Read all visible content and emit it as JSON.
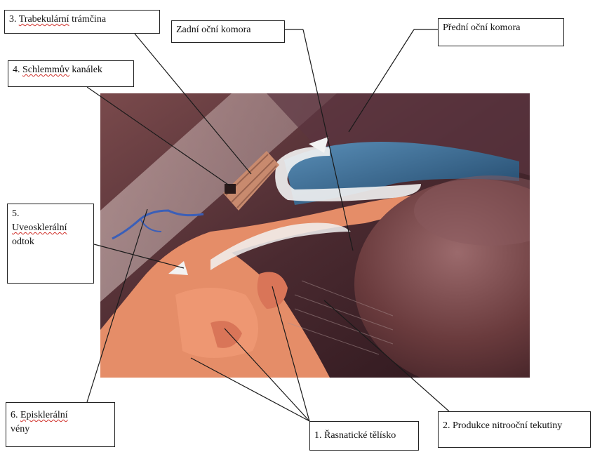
{
  "labels": {
    "trabecular": {
      "prefix": "3. ",
      "underlined": "Trabekulární",
      "suffix": " trámčina"
    },
    "posterior_chamber": {
      "text": "Zadní oční komora"
    },
    "anterior_chamber": {
      "text": "Přední oční komora"
    },
    "schlemm": {
      "prefix": "4. ",
      "underlined": "Schlemmův",
      "suffix": " kanálek"
    },
    "uveoscleral": {
      "line1": "5.",
      "line2": "Uveosklerální",
      "line3": "odtok"
    },
    "episcleral": {
      "prefix": "6. ",
      "underlined": "Episklerální",
      "line2": "vény"
    },
    "ciliary_body": {
      "text": "1. Řasnatické tělísko"
    },
    "aqueous_production": {
      "text": "2. Produkce nitrooční tekutiny"
    }
  },
  "colors": {
    "background": "#ffffff",
    "box_border": "#222222",
    "leader_line": "#1a1a1a",
    "spellcheck_underline": "#d0302a",
    "iris_blue": "#2f5f86",
    "tissue_orange": "#e58d68",
    "lens_brown": "#6a3b3d",
    "image_dark": "#3a1f24"
  }
}
